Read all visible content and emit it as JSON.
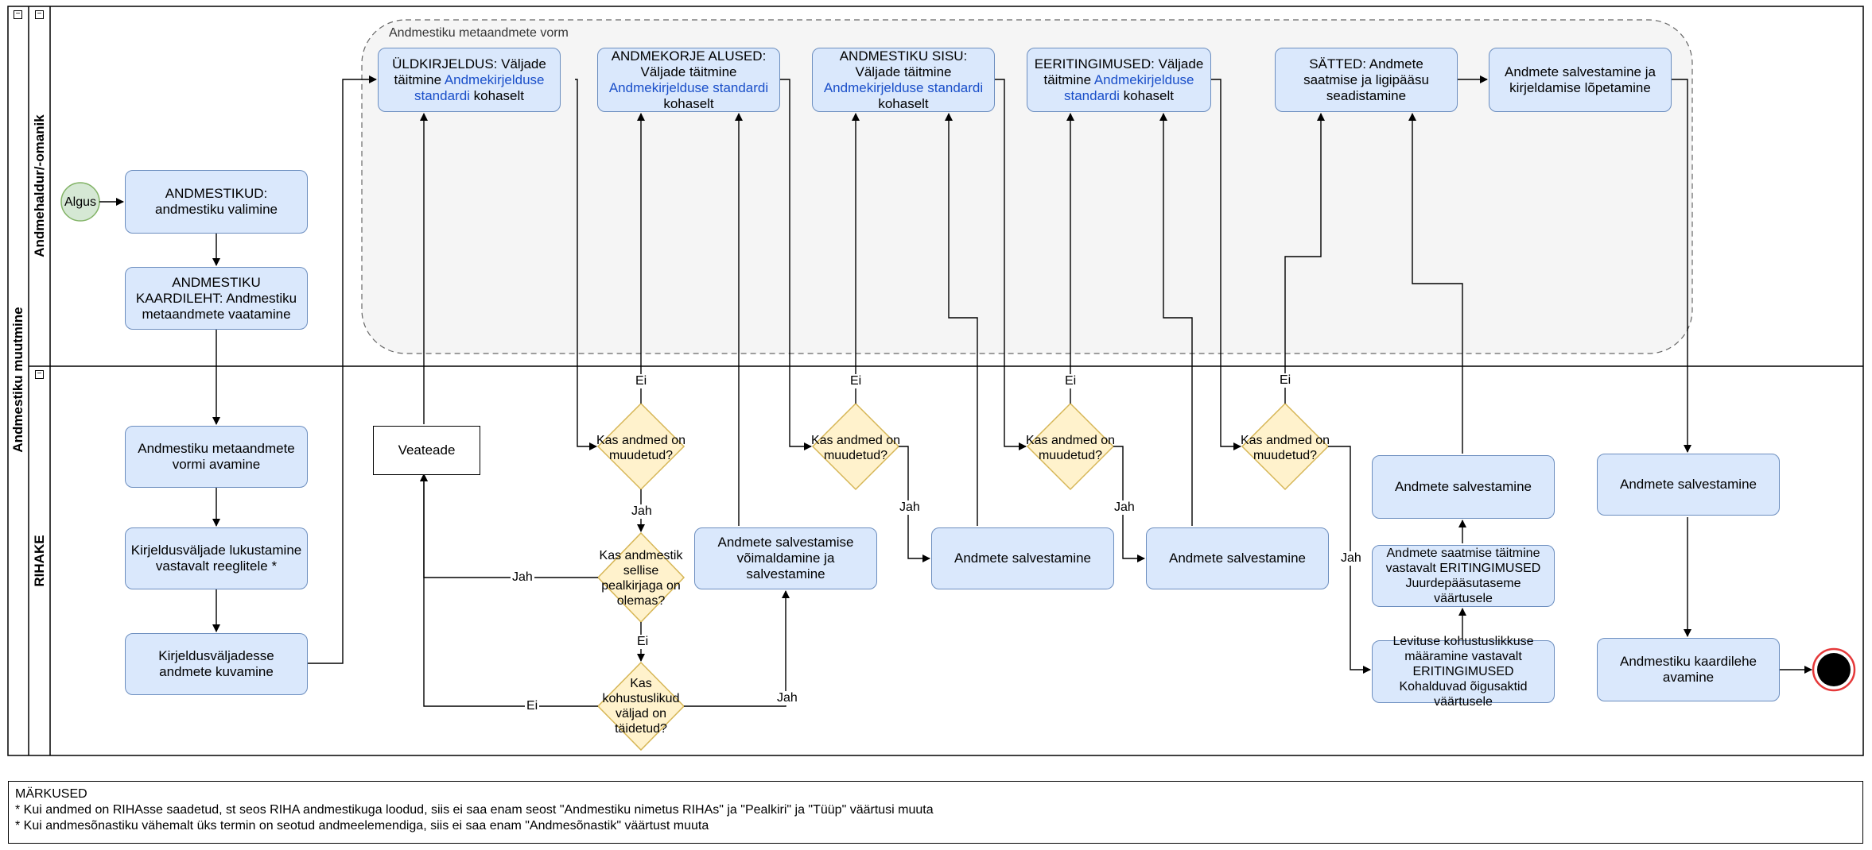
{
  "pool": {
    "title": "Andmestiku muutmine"
  },
  "lanes": {
    "top": "Andmehaldur/-omanik",
    "bottom": "RIHAKE"
  },
  "group": {
    "label": "Andmestiku metaandmete vorm"
  },
  "start": {
    "label": "Algus"
  },
  "tasks": {
    "select": "ANDMESTIKUD: andmestiku valimine",
    "card": "ANDMESTIKU KAARDILEHT: Andmestiku metaandmete vaatamine",
    "open_form": "Andmestiku metaandmete vormi avamine",
    "lock_fields": "Kirjeldusväljade lukustamine vastavalt reeglitele *",
    "show_data": "Kirjeldusväljadesse andmete kuvamine",
    "error": "Veateade",
    "general_pre": "ÜLDKIRJELDUS: Väljade täitmine ",
    "general_link": "Andmekirjelduse standardi",
    "general_post": " kohaselt",
    "basis_pre": "ANDMEKORJE ALUSED: Väljade täitmine ",
    "basis_link": "Andmekirjelduse standardi",
    "basis_post": " kohaselt",
    "content_pre": "ANDMESTIKU SISU: Väljade täitmine ",
    "content_link": "Andmekirjelduse standardi",
    "content_post": " kohaselt",
    "special_pre": "EERITINGIMUSED: Väljade täitmine ",
    "special_link": "Andmekirjelduse standardi",
    "special_post": " kohaselt",
    "settings": "SÄTTED: Andmete saatmise ja ligipääsu seadistamine",
    "finish": "Andmete salvestamine ja kirjeldamise lõpetamine",
    "enable_save": "Andmete salvestamise võimaldamine ja salvestamine",
    "save1": "Andmete salvestamine",
    "save2": "Andmete salvestamine",
    "distribution": "Levituse kohustuslikkuse määramine vastavalt ERITINGIMUSED Kohalduvad õigusaktid väärtusele",
    "sending": "Andmete saatmise täitmine vastavalt ERITINGIMUSED Juurdepääsutaseme väärtusele",
    "save3": "Andmete salvestamine",
    "save4": "Andmete salvestamine",
    "open_card": "Andmestiku kaardilehe avamine"
  },
  "gateways": {
    "changed1": "Kas andmed on muudetud?",
    "header_exists": "Kas andmestik sellise pealkirjaga on olemas?",
    "required_filled": "Kas kohustuslikud väljad on täidetud?",
    "changed2": "Kas andmed on muudetud?",
    "changed3": "Kas andmed on muudetud?",
    "changed4": "Kas andmed on muudetud?"
  },
  "flow_labels": {
    "ei": "Ei",
    "jah": "Jah"
  },
  "notes": {
    "title": "MÄRKUSED",
    "line1": "* Kui andmed on RIHAsse saadetud, st seos RIHA andmestikuga loodud, siis ei saa enam seost \"Andmestiku nimetus RIHAs\" ja \"Pealkiri\" ja \"Tüüp\" väärtusi muuta",
    "line2": "* Kui andmesõnastiku vähemalt üks termin on seotud andmeelemendiga, siis ei saa enam \"Andmesõnastik\" väärtust muuta"
  },
  "colors": {
    "task_fill": "#dae8fc",
    "task_stroke": "#6c8ebf",
    "gateway_fill": "#fff2cc",
    "gateway_stroke": "#d6b656",
    "start_fill": "#d5e8d4",
    "start_stroke": "#82b366",
    "end_stroke": "#e5393a",
    "link": "#1a4fc9"
  }
}
